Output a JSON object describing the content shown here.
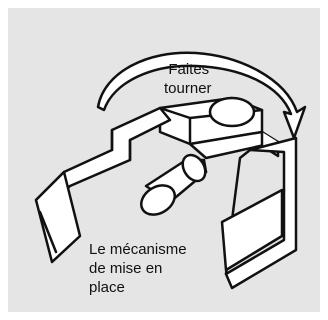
{
  "labels": {
    "rotate_line1": "Faites",
    "rotate_line2": "tourner",
    "mechanism_line1": "Le mécanisme",
    "mechanism_line2": "de mise en",
    "mechanism_line3": "place"
  },
  "colors": {
    "background": "#e5e5e5",
    "outline": "#111111",
    "part_fill": "#ffffff",
    "shadow_fill": "#cfcfcf"
  }
}
